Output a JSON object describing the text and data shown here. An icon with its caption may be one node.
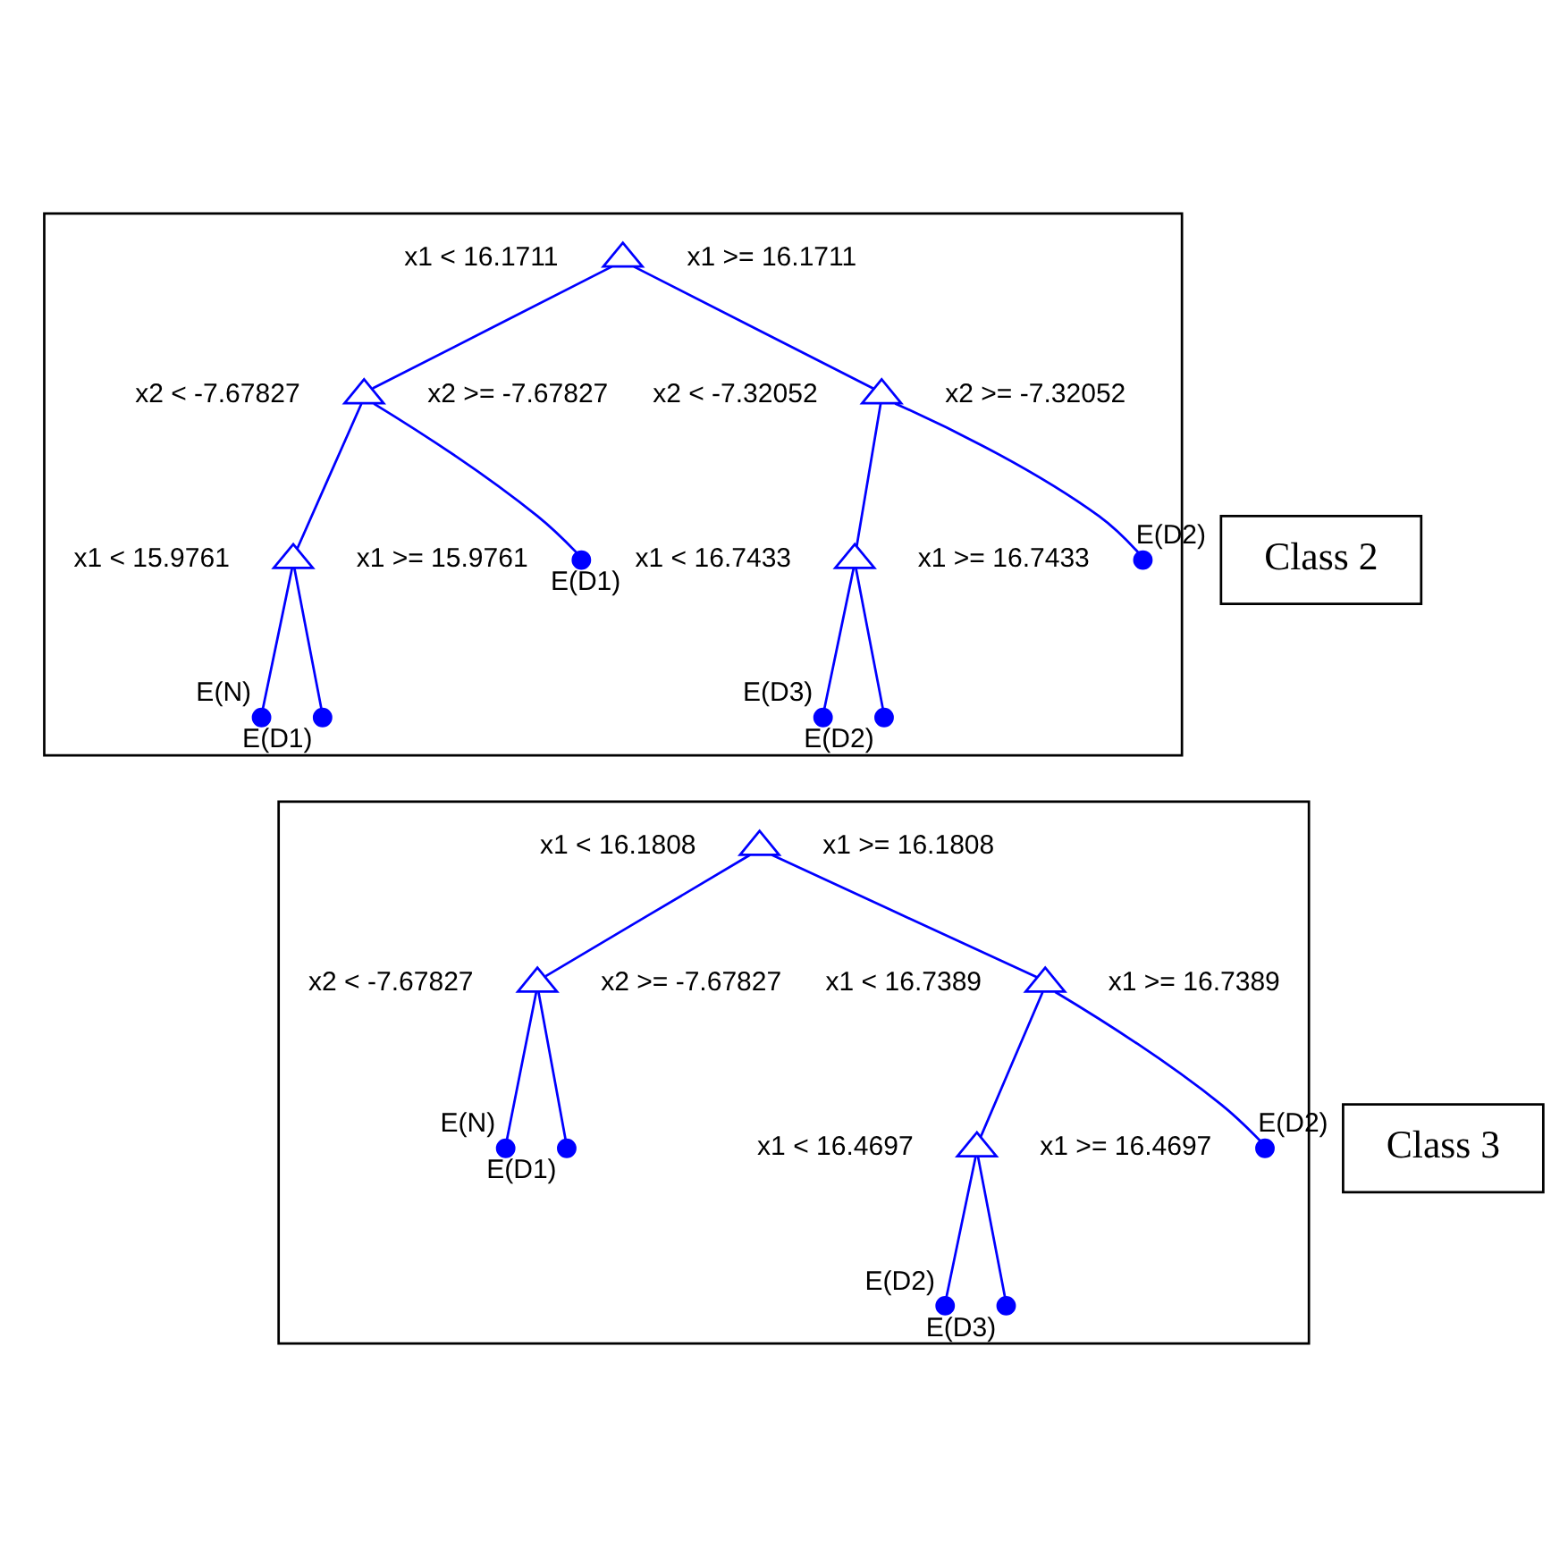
{
  "diagram": {
    "nodes": [
      {
        "text": [],
        "shape": "box"
      },
      {
        "text": [],
        "shape": "triangle",
        "in": 0,
        "beside": [
          "x1 < 16.1711",
          "x1 >= 16.1711"
        ]
      },
      {
        "text": [],
        "shape": "triangle",
        "in": 0,
        "beside": [
          "x2 < -7.67827",
          "x2 >= -7.67827"
        ]
      },
      {
        "text": [],
        "shape": "triangle",
        "in": 0,
        "beside": [
          "x2 < -7.32052",
          "x2 >= -7.32052"
        ]
      },
      {
        "text": [],
        "shape": "triangle",
        "in": 0,
        "beside": [
          "x1 < 15.9761",
          "x1 >= 15.9761"
        ]
      },
      {
        "text": [],
        "shape": "circle",
        "in": 0,
        "beside": [
          "E(D1)"
        ]
      },
      {
        "text": [],
        "shape": "triangle",
        "in": 0,
        "beside": [
          "x1 < 16.7433",
          "x1 >= 16.7433"
        ]
      },
      {
        "text": [],
        "shape": "circle",
        "in": 0,
        "beside": [
          "E(D2)"
        ]
      },
      {
        "text": [],
        "shape": "circle",
        "in": 0,
        "beside": [
          "E(N)"
        ]
      },
      {
        "text": [],
        "shape": "circle",
        "in": 0,
        "beside": [
          "E(D1)"
        ]
      },
      {
        "text": [],
        "shape": "circle",
        "in": 0,
        "beside": [
          "E(D3)"
        ]
      },
      {
        "text": [],
        "shape": "circle",
        "in": 0,
        "beside": [
          "E(D2)"
        ]
      },
      {
        "text": [
          "Class 2"
        ]
      },
      {
        "text": [],
        "shape": "box"
      },
      {
        "text": [],
        "shape": "triangle",
        "in": 13,
        "beside": [
          "x1 < 16.1808",
          "x1 >= 16.1808"
        ]
      },
      {
        "text": [],
        "shape": "triangle",
        "in": 13,
        "beside": [
          "x2 < -7.67827",
          "x2 >= -7.67827"
        ]
      },
      {
        "text": [],
        "shape": "triangle",
        "in": 13,
        "beside": [
          "x1 < 16.7389",
          "x1 >= 16.7389"
        ]
      },
      {
        "text": [],
        "shape": "circle",
        "in": 13,
        "beside": [
          "E(N)"
        ]
      },
      {
        "text": [],
        "shape": "circle",
        "in": 13,
        "beside": [
          "E(D1)"
        ]
      },
      {
        "text": [],
        "shape": "triangle",
        "in": 13,
        "beside": [
          "x1 < 16.4697",
          "x1 >= 16.4697"
        ]
      },
      {
        "text": [],
        "shape": "circle",
        "in": 13,
        "beside": [
          "E(D2)"
        ]
      },
      {
        "text": [],
        "shape": "circle",
        "in": 13,
        "beside": [
          "E(D2)"
        ]
      },
      {
        "text": [],
        "shape": "circle",
        "in": 13,
        "beside": [
          "E(D3)"
        ]
      },
      {
        "text": [
          "Class 3"
        ]
      }
    ],
    "edges": [
      {
        "from": 1,
        "to": 2,
        "arrow": "none"
      },
      {
        "from": 1,
        "to": 3,
        "arrow": "none"
      },
      {
        "from": 2,
        "to": 4,
        "arrow": "none"
      },
      {
        "from": 2,
        "to": 5,
        "arrow": "none"
      },
      {
        "from": 3,
        "to": 6,
        "arrow": "none"
      },
      {
        "from": 3,
        "to": 7,
        "arrow": "none"
      },
      {
        "from": 4,
        "to": 8,
        "arrow": "none"
      },
      {
        "from": 4,
        "to": 9,
        "arrow": "none"
      },
      {
        "from": 6,
        "to": 10,
        "arrow": "none"
      },
      {
        "from": 6,
        "to": 11,
        "arrow": "none"
      },
      {
        "from": 14,
        "to": 15,
        "arrow": "none"
      },
      {
        "from": 14,
        "to": 16,
        "arrow": "none"
      },
      {
        "from": 15,
        "to": 17,
        "arrow": "none"
      },
      {
        "from": 15,
        "to": 18,
        "arrow": "none"
      },
      {
        "from": 16,
        "to": 19,
        "arrow": "none"
      },
      {
        "from": 16,
        "to": 21,
        "arrow": "none"
      },
      {
        "from": 19,
        "to": 20,
        "arrow": "none"
      },
      {
        "from": 19,
        "to": 22,
        "arrow": "none"
      }
    ]
  }
}
